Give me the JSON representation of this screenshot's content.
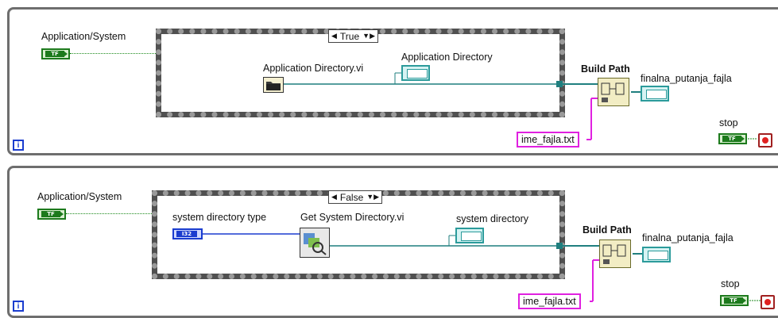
{
  "top": {
    "control_label": "Application/System",
    "bool_text": "TF",
    "case_selector": "True",
    "subvi_label": "Application Directory.vi",
    "dir_label": "Application Directory",
    "buildpath_label": "Build Path",
    "output_label": "finalna_putanja_fajla",
    "filename_const": "ime_fajla.txt",
    "stop_label": "stop",
    "info_icon": "i"
  },
  "bottom": {
    "control_label": "Application/System",
    "bool_text": "TF",
    "case_selector": "False",
    "sysdir_type_label": "system directory type",
    "i32_text": "I32",
    "subvi_label": "Get System Directory.vi",
    "dir_label": "system directory",
    "buildpath_label": "Build Path",
    "output_label": "finalna_putanja_fajla",
    "filename_const": "ime_fajla.txt",
    "stop_label": "stop",
    "info_icon": "i"
  },
  "colors": {
    "boolean_green": "#1c7a1c",
    "path_teal": "#2b9b9b",
    "path_constant_magenta": "#e020e0",
    "integer_blue": "#1a3ccf",
    "case_border": "#505050"
  }
}
